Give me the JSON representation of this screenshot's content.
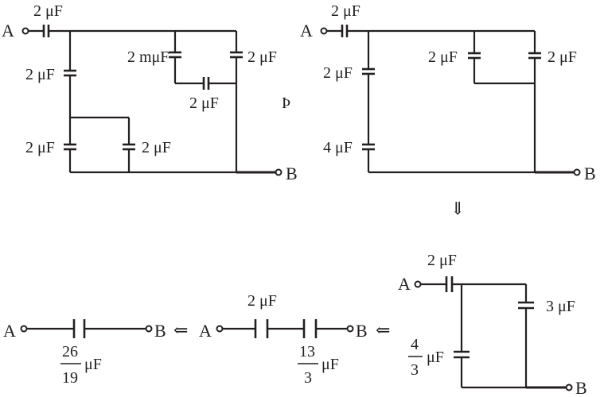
{
  "units": {
    "uF": "μF",
    "muF_typo": "mμF"
  },
  "terminals": {
    "a": "A",
    "b": "B"
  },
  "circuit1": {
    "c_top": "2",
    "c_left_upper": "2",
    "c_left_lower": "2",
    "c_mid_lower": "2",
    "c_inner_left": "2",
    "c_inner_right": "2",
    "c_inner_bottom": "2"
  },
  "transform_symbol": "Þ",
  "circuit2": {
    "c_top": "2",
    "c_left_upper": "2",
    "c_left_lower": "4",
    "c_inner_left": "2",
    "c_inner_right": "2"
  },
  "down_arrow": "⇓",
  "circuit3": {
    "c_top": "2",
    "c_right": "3",
    "c_left_num": "4",
    "c_left_den": "3"
  },
  "left_arrow": "⇐",
  "circuit4": {
    "c_left": "2",
    "c_right_num": "13",
    "c_right_den": "3"
  },
  "circuit5": {
    "c_num": "26",
    "c_den": "19"
  }
}
